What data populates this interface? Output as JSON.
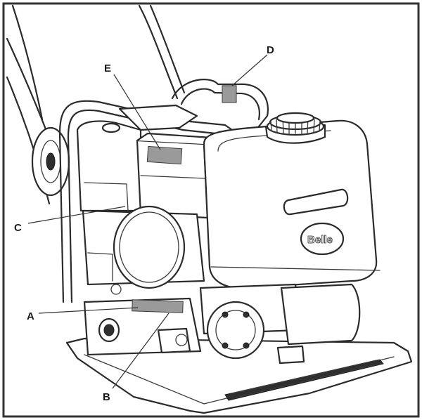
{
  "callouts": {
    "a": "A",
    "b": "B",
    "c": "C",
    "d": "D",
    "e": "E"
  },
  "brand_logo": "Belle",
  "colors": {
    "line": "#2b2b2b",
    "label_patch": "#9a9a9a",
    "background": "#ffffff"
  }
}
